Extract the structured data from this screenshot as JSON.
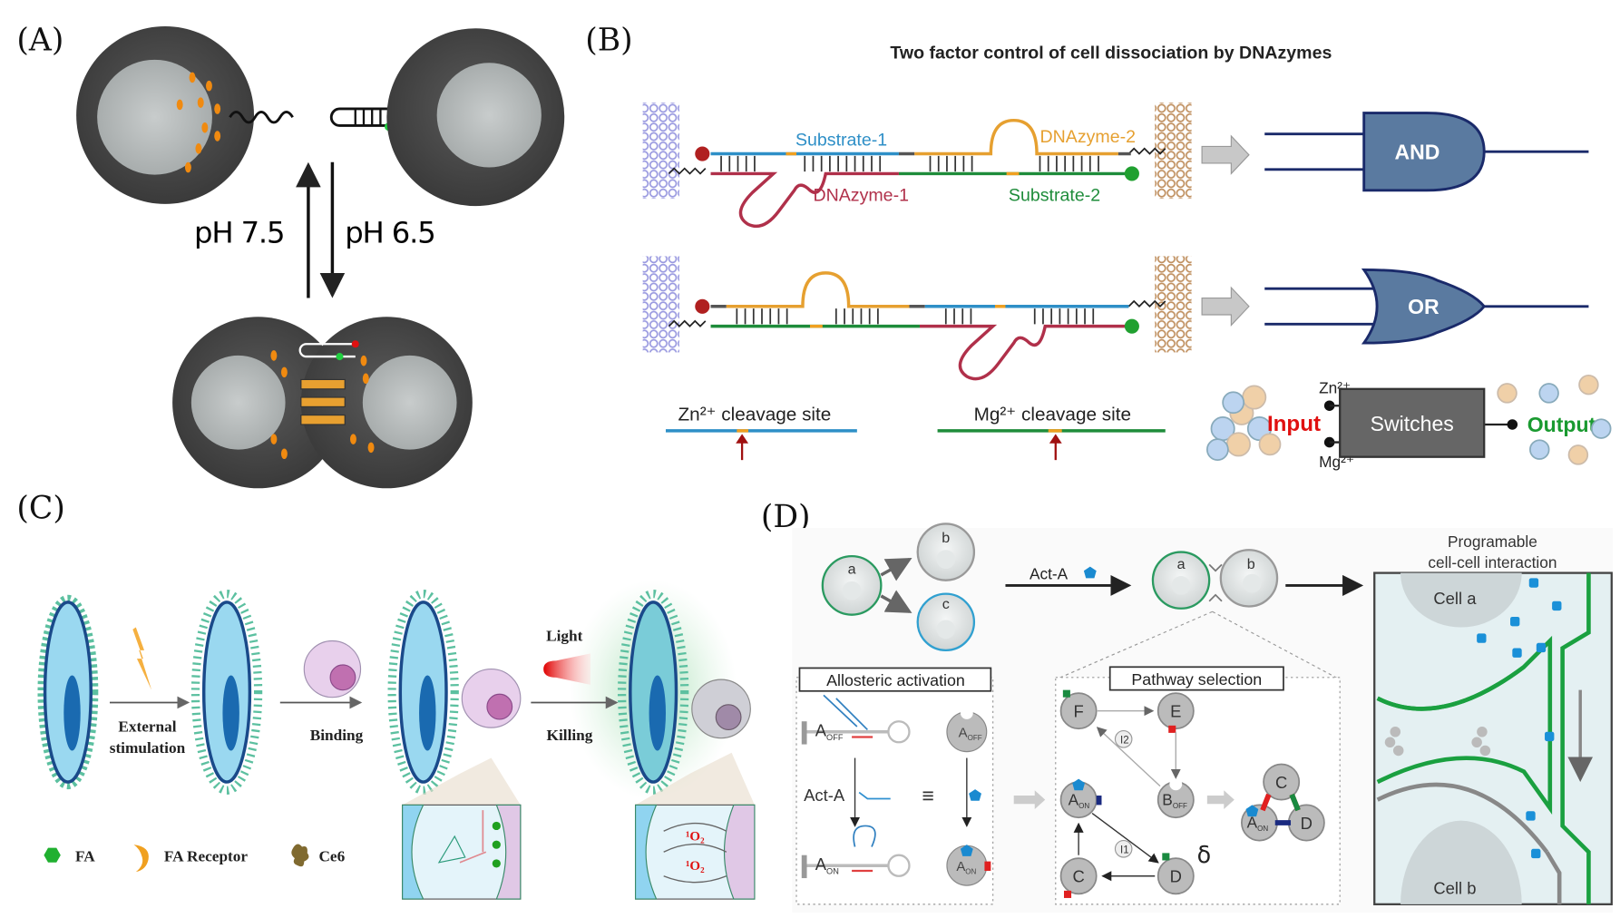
{
  "panels": {
    "a": {
      "label": "(A)",
      "ph_up": "pH 7.5",
      "ph_down": "pH 6.5"
    },
    "b": {
      "label": "(B)",
      "title": "Two factor control of cell dissociation by DNAzymes",
      "substrate1": "Substrate-1",
      "substrate2": "Substrate-2",
      "dnazyme1": "DNAzyme-1",
      "dnazyme2": "DNAzyme-2",
      "and_gate": "AND",
      "or_gate": "OR",
      "zn_site": "Zn²⁺ cleavage site",
      "mg_site": "Mg²⁺ cleavage site",
      "input": "Input",
      "switches": "Switches",
      "output": "Output",
      "zn": "Zn²⁺",
      "mg": "Mg²⁺",
      "colors": {
        "substrate1": "#2e8fc7",
        "substrate2": "#1e8c3a",
        "dnazyme1": "#b0304a",
        "dnazyme2": "#e6a030",
        "gate": "#5a7aa0",
        "input": "#e01010",
        "output": "#1a9a30"
      }
    },
    "c": {
      "label": "(C)",
      "step1": "External",
      "step1b": "stimulation",
      "step2": "Binding",
      "light": "Light",
      "step3": "Killing",
      "singlet_oxygen": "¹O₂",
      "legend": [
        {
          "label": "FA",
          "icon": "hexagon-icon"
        },
        {
          "label": "FA Receptor",
          "icon": "crescent-icon"
        },
        {
          "label": "Ce6",
          "icon": "blob-icon"
        }
      ]
    },
    "d": {
      "label": "(D)",
      "cell_a": "a",
      "cell_b": "b",
      "cell_c": "c",
      "act_a": "Act-A",
      "box_title1": "Programable",
      "box_title2": "cell-cell interaction",
      "cell_a_label": "Cell a",
      "cell_b_label": "Cell b",
      "allosteric": "Allosteric activation",
      "pathway": "Pathway selection",
      "a_main": "A",
      "off": "OFF",
      "on": "ON",
      "b_main": "B",
      "equiv": "≡",
      "nodes": {
        "f": "F",
        "e": "E",
        "c": "C",
        "d": "D"
      },
      "i1": "I1",
      "i2": "I2",
      "delta": "δ"
    }
  }
}
